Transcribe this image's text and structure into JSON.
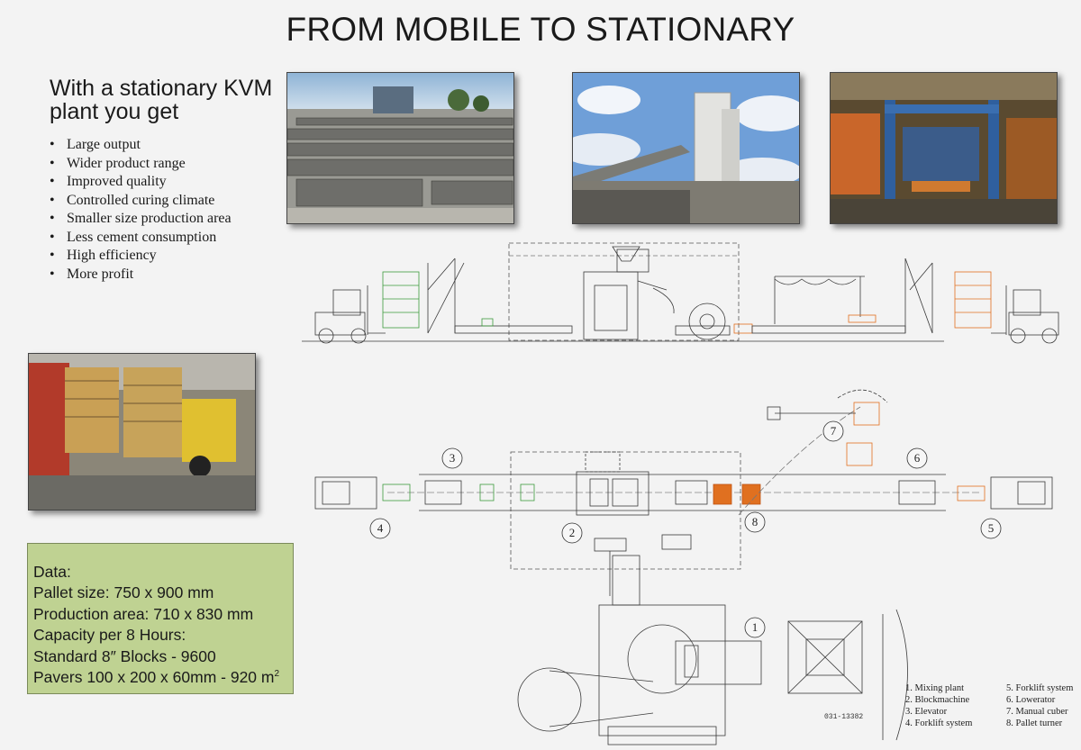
{
  "title": "FROM MOBILE TO STATIONARY",
  "subtitle": "With a stationary KVM plant you get",
  "benefits": [
    "Large output",
    "Wider product range",
    "Improved quality",
    "Controlled curing climate",
    "Smaller size production area",
    "Less cement consumption",
    "High efficiency",
    "More profit"
  ],
  "data_box": {
    "heading": "Data:",
    "pallet_size": "Pallet size: 750 x 900 mm",
    "production_area": "Production area: 710 x 830 mm",
    "capacity": "Capacity per 8 Hours:",
    "blocks": "Standard 8″ Blocks - 9600",
    "pavers": "Pavers 100 x 200 x 60mm - 920 m",
    "pavers_unit_exp": "2"
  },
  "drawing": {
    "numbers": [
      "1",
      "2",
      "3",
      "4",
      "5",
      "6",
      "7",
      "8"
    ],
    "legend": [
      "1. Mixing plant",
      "2. Blockmachine",
      "3. Elevator",
      "4. Forklift system",
      "5. Forklift system",
      "6. Lowerator",
      "7.  Manual cuber",
      "8. Pallet turner"
    ],
    "drawing_number": "031-13382"
  },
  "colors": {
    "background": "#f3f3f3",
    "data_box": "#bfd292",
    "green_blocks": "#3c9a3c",
    "orange_blocks": "#e07020"
  }
}
